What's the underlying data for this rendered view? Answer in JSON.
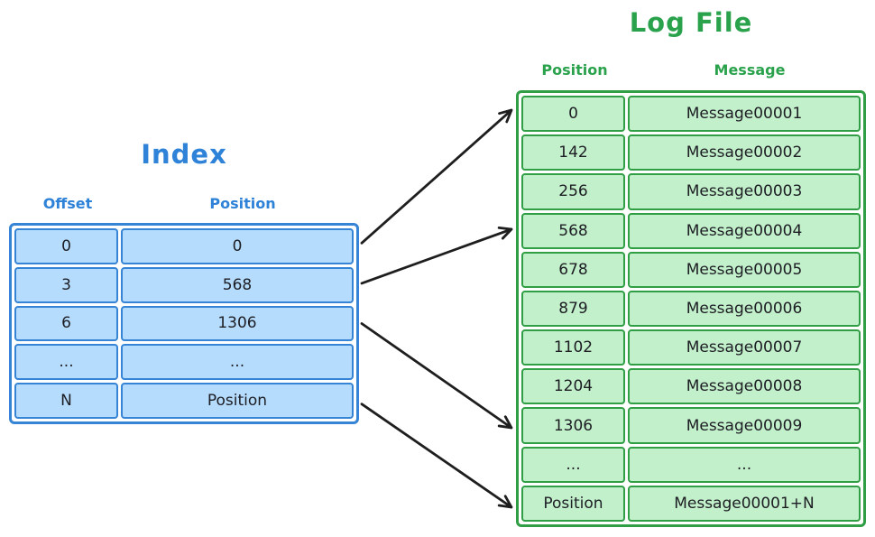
{
  "index": {
    "title": "Index",
    "headers": [
      "Offset",
      "Position"
    ],
    "rows": [
      [
        "0",
        "0"
      ],
      [
        "3",
        "568"
      ],
      [
        "6",
        "1306"
      ],
      [
        "...",
        "..."
      ],
      [
        "N",
        "Position"
      ]
    ]
  },
  "log_file": {
    "title": "Log File",
    "headers": [
      "Position",
      "Message"
    ],
    "rows": [
      [
        "0",
        "Message00001"
      ],
      [
        "142",
        "Message00002"
      ],
      [
        "256",
        "Message00003"
      ],
      [
        "568",
        "Message00004"
      ],
      [
        "678",
        "Message00005"
      ],
      [
        "879",
        "Message00006"
      ],
      [
        "1102",
        "Message00007"
      ],
      [
        "1204",
        "Message00008"
      ],
      [
        "1306",
        "Message00009"
      ],
      [
        "...",
        "..."
      ],
      [
        "Position",
        "Message00001+N"
      ]
    ]
  },
  "arrows": [
    {
      "from_index_row": 0,
      "to_log_row": 0
    },
    {
      "from_index_row": 1,
      "to_log_row": 3
    },
    {
      "from_index_row": 2,
      "to_log_row": 8
    },
    {
      "from_index_row": 4,
      "to_log_row": 10
    }
  ],
  "colors": {
    "blue_stroke": "#3584d6",
    "blue_fill": "#b5dcfc",
    "blue_text": "#2e82d8",
    "green_stroke": "#2f9e44",
    "green_fill": "#c2f0ca",
    "green_text": "#2aa24c",
    "arrow": "#1e1e1e",
    "cell_text": "#1d1d24"
  }
}
